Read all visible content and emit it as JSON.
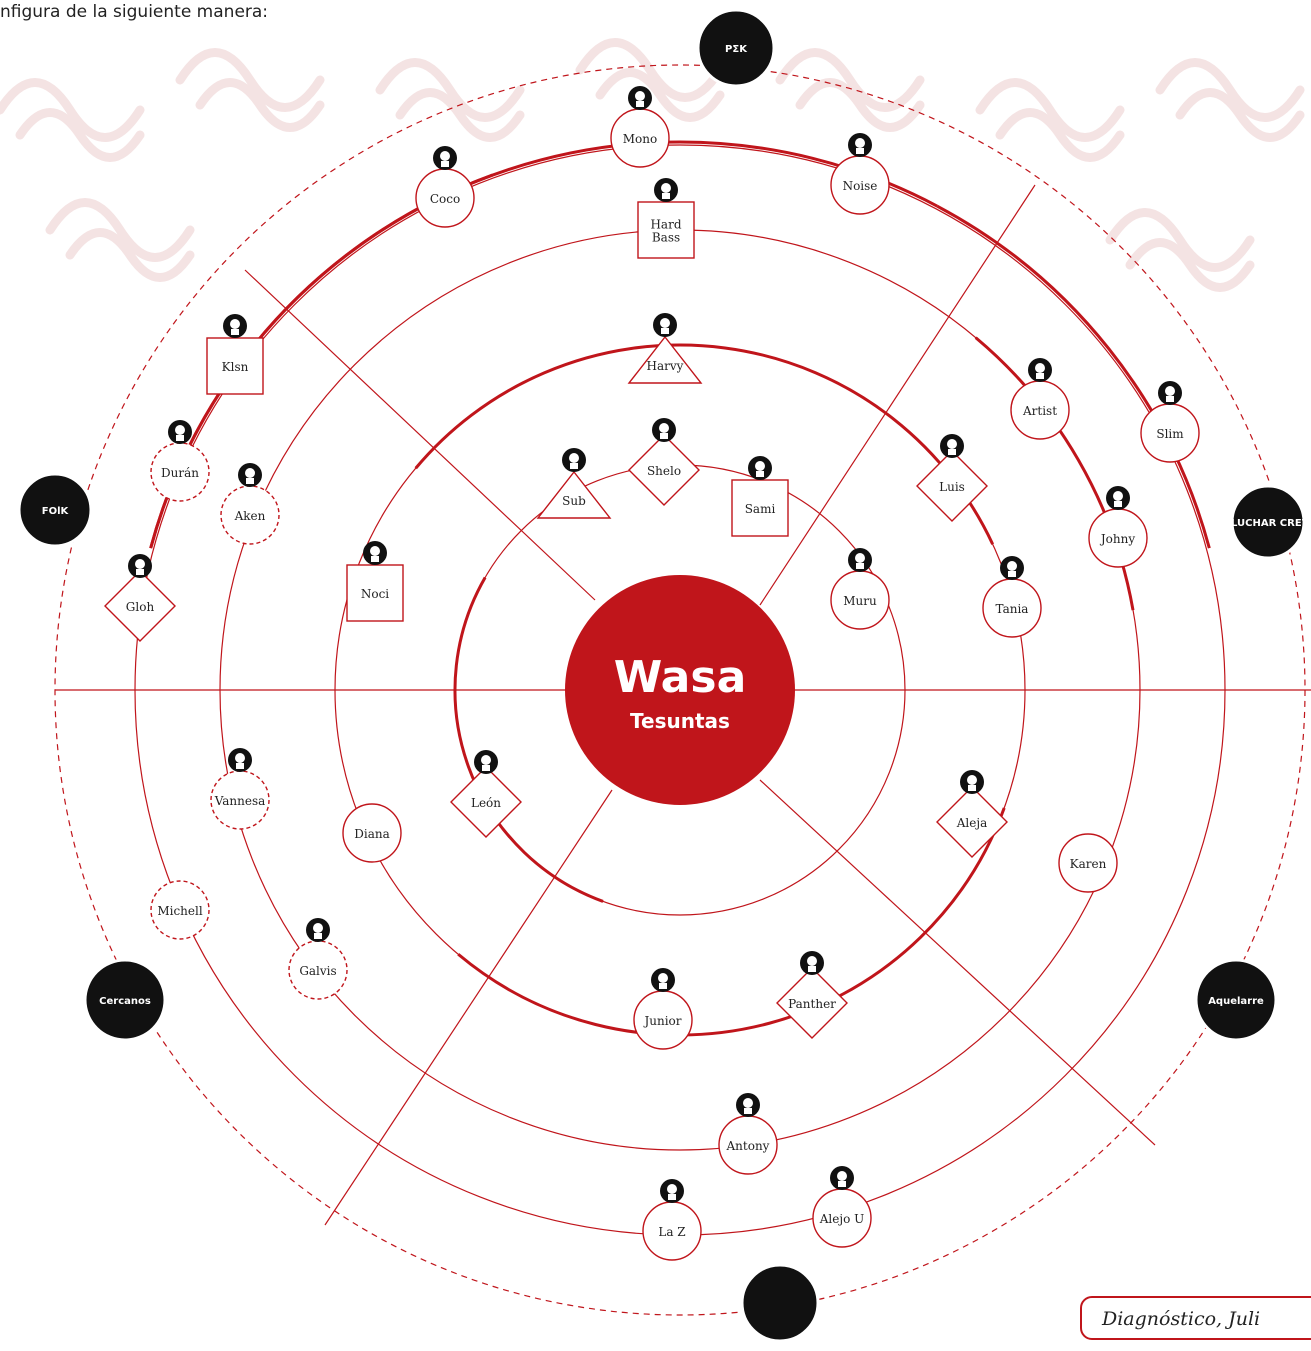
{
  "intro_text": "nfigura de la siguiente manera:",
  "center": {
    "line1": "Wasa",
    "line2": "Tesuntas"
  },
  "hubs": [
    {
      "id": "top",
      "label": "PΣK",
      "style": "icon"
    },
    {
      "id": "left",
      "label": "FOlK",
      "style": "icon"
    },
    {
      "id": "right",
      "label": "ALUCHAR CREW",
      "style": "icon"
    },
    {
      "id": "bottom",
      "label": "",
      "style": "icon"
    },
    {
      "id": "cercanos",
      "label": "Cercanos",
      "style": "text"
    },
    {
      "id": "aquelarre",
      "label": "Aquelarre",
      "style": "text"
    }
  ],
  "nodes": [
    {
      "id": "mono",
      "label": "Mono",
      "shape": "circle",
      "border": "solid",
      "icon": "person-icon"
    },
    {
      "id": "noise",
      "label": "Noise",
      "shape": "circle",
      "border": "solid",
      "icon": "person-icon"
    },
    {
      "id": "coco",
      "label": "Coco",
      "shape": "circle",
      "border": "solid",
      "icon": "person-icon"
    },
    {
      "id": "hardbass",
      "label": "Hard\nBass",
      "shape": "square",
      "border": "solid",
      "icon": "person-icon"
    },
    {
      "id": "klsn",
      "label": "Klsn",
      "shape": "square",
      "border": "solid",
      "icon": "person-icon"
    },
    {
      "id": "harvy",
      "label": "Harvy",
      "shape": "triangle",
      "border": "solid",
      "icon": "crew-logo-icon"
    },
    {
      "id": "artist",
      "label": "Artist",
      "shape": "circle",
      "border": "solid",
      "icon": "person-icon"
    },
    {
      "id": "slim",
      "label": "Slim",
      "shape": "circle",
      "border": "solid",
      "icon": "person-icon"
    },
    {
      "id": "duran",
      "label": "Durán",
      "shape": "circle",
      "border": "dashed",
      "icon": "person-icon"
    },
    {
      "id": "sub",
      "label": "Sub",
      "shape": "triangle",
      "border": "solid",
      "icon": "person-icon"
    },
    {
      "id": "shelo",
      "label": "Shelo",
      "shape": "diamond",
      "border": "solid",
      "icon": "person-icon"
    },
    {
      "id": "sami",
      "label": "Sami",
      "shape": "square",
      "border": "solid",
      "icon": "person-icon"
    },
    {
      "id": "luis",
      "label": "Luis",
      "shape": "diamond",
      "border": "solid",
      "icon": "person-icon"
    },
    {
      "id": "johny",
      "label": "Johny",
      "shape": "circle",
      "border": "solid",
      "icon": "person-icon"
    },
    {
      "id": "aken",
      "label": "Aken",
      "shape": "circle",
      "border": "dashed",
      "icon": "person-icon"
    },
    {
      "id": "gloh",
      "label": "Gloh",
      "shape": "diamond",
      "border": "solid",
      "icon": "person-icon"
    },
    {
      "id": "noci",
      "label": "Noci",
      "shape": "square",
      "border": "solid",
      "icon": "person-icon"
    },
    {
      "id": "muru",
      "label": "Muru",
      "shape": "circle",
      "border": "solid",
      "icon": "person-icon"
    },
    {
      "id": "tania",
      "label": "Tania",
      "shape": "circle",
      "border": "solid",
      "icon": "person-icon"
    },
    {
      "id": "vannesa",
      "label": "Vannesa",
      "shape": "circle",
      "border": "dashed",
      "icon": "person-icon"
    },
    {
      "id": "leon",
      "label": "León",
      "shape": "diamond",
      "border": "solid",
      "icon": "crew-logo-icon"
    },
    {
      "id": "aleja",
      "label": "Aleja",
      "shape": "diamond",
      "border": "solid",
      "icon": "person-icon"
    },
    {
      "id": "diana",
      "label": "Diana",
      "shape": "circle",
      "border": "solid",
      "icon": ""
    },
    {
      "id": "karen",
      "label": "Karen",
      "shape": "circle",
      "border": "solid",
      "icon": ""
    },
    {
      "id": "michell",
      "label": "Michell",
      "shape": "circle",
      "border": "dashed",
      "icon": ""
    },
    {
      "id": "galvis",
      "label": "Galvis",
      "shape": "circle",
      "border": "dashed",
      "icon": "person-icon"
    },
    {
      "id": "junior",
      "label": "Junior",
      "shape": "circle",
      "border": "solid",
      "icon": "person-icon"
    },
    {
      "id": "panther",
      "label": "Panther",
      "shape": "diamond",
      "border": "solid",
      "icon": "person-icon"
    },
    {
      "id": "antony",
      "label": "Antony",
      "shape": "circle",
      "border": "solid",
      "icon": "person-icon"
    },
    {
      "id": "laz",
      "label": "La Z",
      "shape": "circle",
      "border": "solid",
      "icon": "person-icon"
    },
    {
      "id": "alejou",
      "label": "Alejo U",
      "shape": "circle",
      "border": "solid",
      "icon": "person-icon"
    }
  ],
  "caption": "Diagnóstico, Juli",
  "colors": {
    "accent": "#c0151b",
    "hub": "#111111",
    "watermark": "#f4e3e3"
  }
}
